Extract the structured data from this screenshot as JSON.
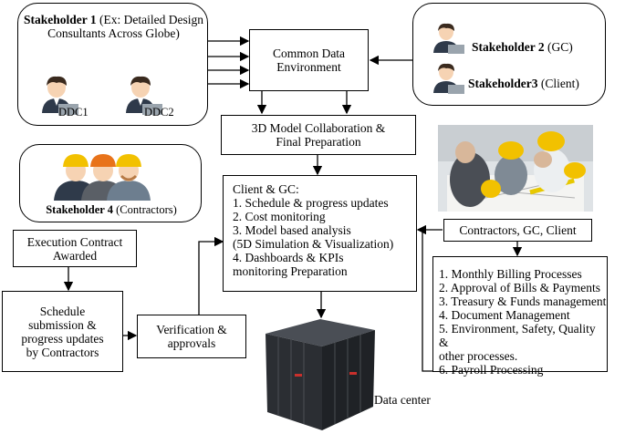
{
  "stakeholder1": {
    "title_bold": "Stakeholder 1",
    "title_rest": " (Ex: Detailed Design Consultants Across Globe)",
    "person_a": "DDC1",
    "person_b": "DDC2"
  },
  "stakeholder2": {
    "title_bold": "Stakeholder 2",
    "title_rest": " (GC)"
  },
  "stakeholder3": {
    "title_bold": "Stakeholder3",
    "title_rest": " (Client)"
  },
  "stakeholder4": {
    "title_bold": "Stakeholder 4",
    "title_rest": " (Contractors)"
  },
  "cde": {
    "line1": "Common Data",
    "line2": "Environment"
  },
  "collab": {
    "line1": "3D Model Collaboration &",
    "line2": "Final Preparation"
  },
  "client_gc": {
    "lines": [
      "Client & GC:",
      "1. Schedule & progress updates",
      "2. Cost monitoring",
      "3. Model based analysis",
      "(5D Simulation & Visualization)",
      "4. Dashboards & KPIs",
      "monitoring Preparation"
    ]
  },
  "execution": {
    "line1": "Execution Contract",
    "line2": "Awarded"
  },
  "schedule": {
    "lines": [
      "Schedule",
      "submission &",
      "progress updates",
      "by Contractors"
    ]
  },
  "verification": {
    "line1": "Verification &",
    "line2": "approvals"
  },
  "contractors_gc_client": {
    "label": "Contractors, GC, Client"
  },
  "processes": {
    "lines": [
      "1. Monthly Billing Processes",
      "2. Approval of Bills & Payments",
      "3. Treasury & Funds management",
      "4. Document Management",
      "5. Environment, Safety, Quality &",
      "other processes.",
      "6. Payroll Processing"
    ]
  },
  "datacenter": {
    "label": "Data center"
  },
  "colors": {
    "line": "#000000",
    "skin": "#f6d3b3",
    "hair": "#3a2a1e",
    "suit": "#2f3a4a",
    "helmet_yellow": "#f2c100",
    "helmet_orange": "#e8731a",
    "server": "#2b2e33"
  }
}
